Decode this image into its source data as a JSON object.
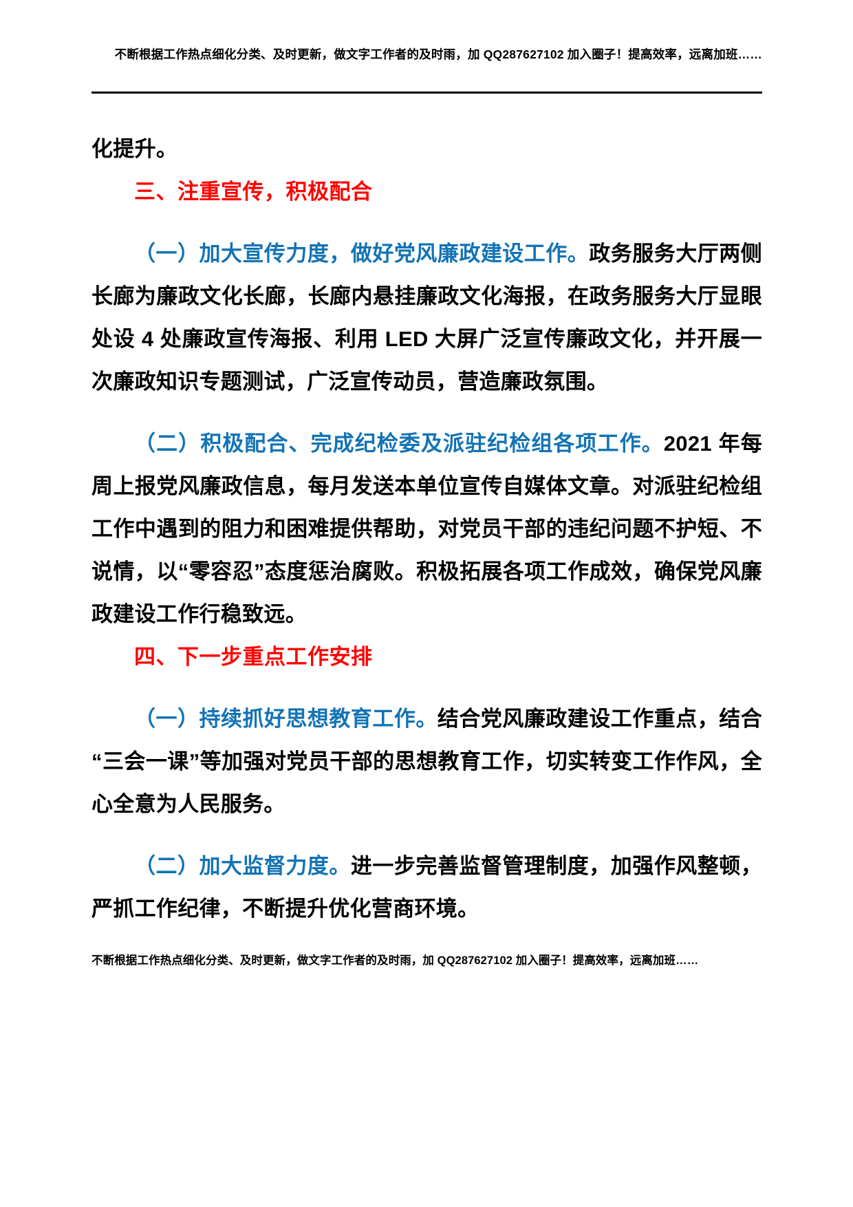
{
  "document": {
    "header": {
      "banner_text": "不断根据工作热点细化分类、及时更新，做文字工作者的及时雨，加 QQ287627102 加入圈子！提高效率，远离加班……"
    },
    "footer": {
      "banner_text": "不断根据工作热点细化分类、及时更新，做文字工作者的及时雨，加 QQ287627102 加入圈子！提高效率，远离加班……"
    },
    "colors": {
      "section_heading": "#ff0000",
      "sub_heading": "#1273b5",
      "body_text": "#000000",
      "page_background": "#ffffff",
      "rule": "#000000"
    },
    "body": {
      "continuation_line": "化提升。",
      "section_three": {
        "heading": "三、注重宣传，积极配合",
        "items": [
          {
            "lead": "（一）加大宣传力度，做好党风廉政建设工作。",
            "text": "政务服务大厅两侧长廊为廉政文化长廊，长廊内悬挂廉政文化海报，在政务服务大厅显眼处设 4 处廉政宣传海报、利用 LED 大屏广泛宣传廉政文化，并开展一次廉政知识专题测试，广泛宣传动员，营造廉政氛围。"
          },
          {
            "lead": "（二）积极配合、完成纪检委及派驻纪检组各项工作。",
            "text": "2021 年每周上报党风廉政信息，每月发送本单位宣传自媒体文章。对派驻纪检组工作中遇到的阻力和困难提供帮助，对党员干部的违纪问题不护短、不说情，以“零容忍”态度惩治腐败。积极拓展各项工作成效，确保党风廉政建设工作行稳致远。"
          }
        ]
      },
      "section_four": {
        "heading": "四、下一步重点工作安排",
        "items": [
          {
            "lead": "（一）持续抓好思想教育工作。",
            "text": "结合党风廉政建设工作重点，结合“三会一课”等加强对党员干部的思想教育工作，切实转变工作作风，全心全意为人民服务。"
          },
          {
            "lead": "（二）加大监督力度。",
            "text": "进一步完善监督管理制度，加强作风整顿，严抓工作纪律，不断提升优化营商环境。"
          }
        ]
      }
    }
  }
}
